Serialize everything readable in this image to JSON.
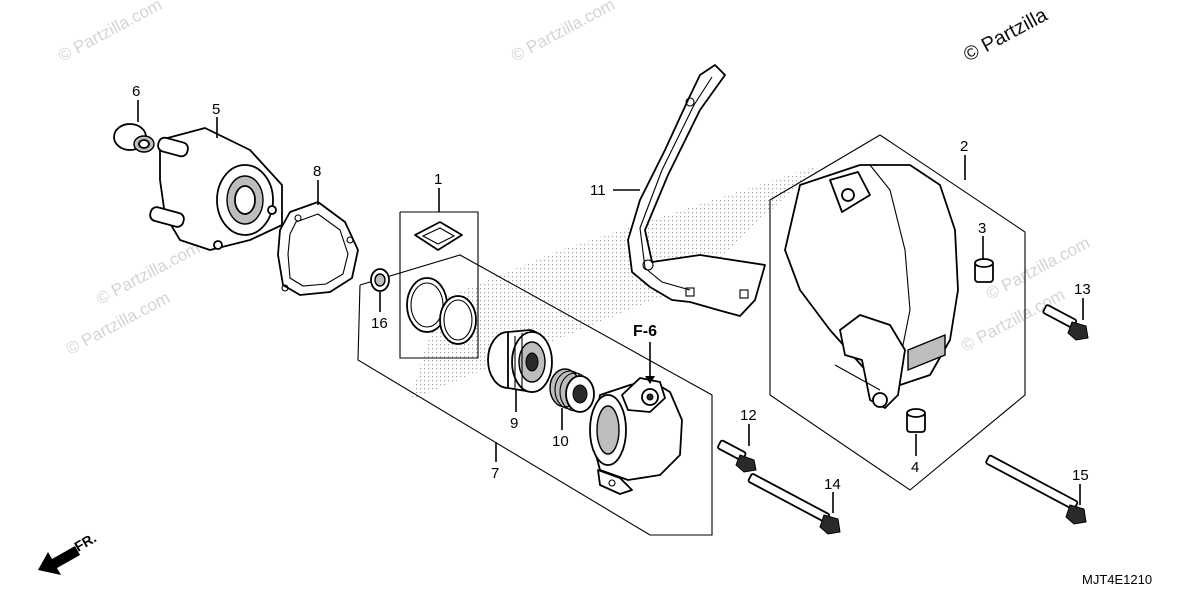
{
  "diagram": {
    "callouts": [
      "1",
      "2",
      "3",
      "4",
      "5",
      "6",
      "7",
      "8",
      "9",
      "10",
      "11",
      "12",
      "13",
      "14",
      "15",
      "16"
    ],
    "reference_label": "F-6",
    "front_label": "FR.",
    "diagram_code": "MJT4E1210",
    "watermark": "© Partzilla.com",
    "corner_watermark": "© Partzilla"
  }
}
